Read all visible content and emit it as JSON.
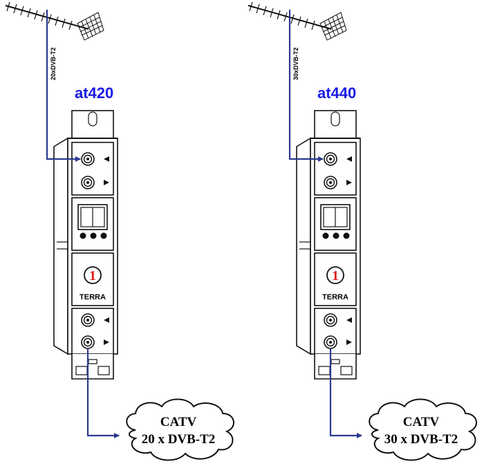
{
  "units": [
    {
      "model": "at420",
      "signal": "20xDVB-T2",
      "brand": "TERRA",
      "badge": "1",
      "cloud_line1": "CATV",
      "cloud_line2": "20 x DVB-T2"
    },
    {
      "model": "at440",
      "signal": "30xDVB-T2",
      "brand": "TERRA",
      "badge": "1",
      "cloud_line1": "CATV",
      "cloud_line2": "30 x DVB-T2"
    }
  ],
  "colors": {
    "wire": "#2a3a8f",
    "model_label": "#1a1ae6",
    "badge_number": "#e01818"
  }
}
